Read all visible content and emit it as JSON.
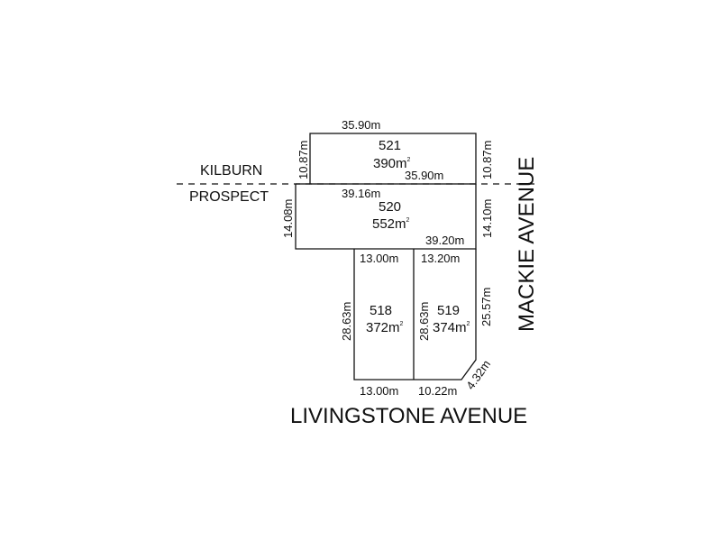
{
  "suburbs": {
    "north": "KILBURN",
    "south": "PROSPECT"
  },
  "roads": {
    "east": "MACKIE AVENUE",
    "south": "LIVINGSTONE AVENUE"
  },
  "lots": [
    {
      "number": "521",
      "area": "390m",
      "area_sup": "2"
    },
    {
      "number": "520",
      "area": "552m",
      "area_sup": "2"
    },
    {
      "number": "518",
      "area": "372m",
      "area_sup": "2"
    },
    {
      "number": "519",
      "area": "374m",
      "area_sup": "2"
    }
  ],
  "dimensions": {
    "lot521_top": "35.90m",
    "lot521_left": "10.87m",
    "lot521_right": "10.87m",
    "lot521_bottom": "35.90m",
    "lot520_top": "39.16m",
    "lot520_left": "14.08m",
    "lot520_right": "14.10m",
    "lot520_bottom": "39.20m",
    "lot518_top": "13.00m",
    "lot518_left": "28.63m",
    "lot518_right": "28.63m",
    "lot518_bottom": "13.00m",
    "lot519_top": "13.20m",
    "lot519_right": "25.57m",
    "lot519_bottom": "10.22m",
    "lot519_corner": "4.32m"
  }
}
